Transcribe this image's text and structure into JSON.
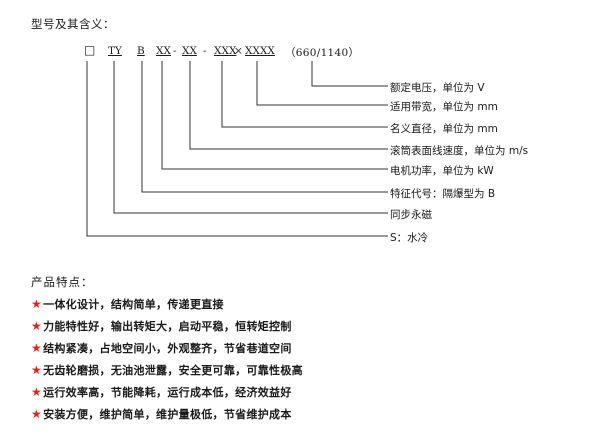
{
  "title": "型号及其含义：",
  "model_code": {
    "box": "□",
    "ty": "TY",
    "b": "B",
    "xx1": "XX",
    "dash1": "-",
    "xx2": "XX",
    "dash2": "-",
    "xxx": "XXX",
    "times": "×",
    "xxxx": "XXXX",
    "voltage": "（660/1140）"
  },
  "descriptions": [
    "额定电压，单位为 V",
    "适用带宽，单位为 mm",
    "名义直径，单位为 mm",
    "滚筒表面线速度，单位为 m/s",
    "电机功率，单位为 kW",
    "特征代号：隔爆型为 B",
    "同步永磁",
    "S：水冷"
  ],
  "features_title": "产品特点：",
  "star_symbol": "★",
  "features": [
    "一体化设计，结构简单，传递更直接",
    "力能特性好，输出转矩大，启动平稳，恒转矩控制",
    "结构紧凑，占地空间小，外观整齐，节省巷道空间",
    "无齿轮磨损，无油池泄露，安全更可靠，可靠性极高",
    "运行效率高，节能降耗，运行成本低，经济效益好",
    "安装方便，维护简单，维护量极低，节省维护成本"
  ],
  "colors": {
    "star": "#e3231e",
    "text": "#1a1a1a",
    "line": "#333333"
  }
}
